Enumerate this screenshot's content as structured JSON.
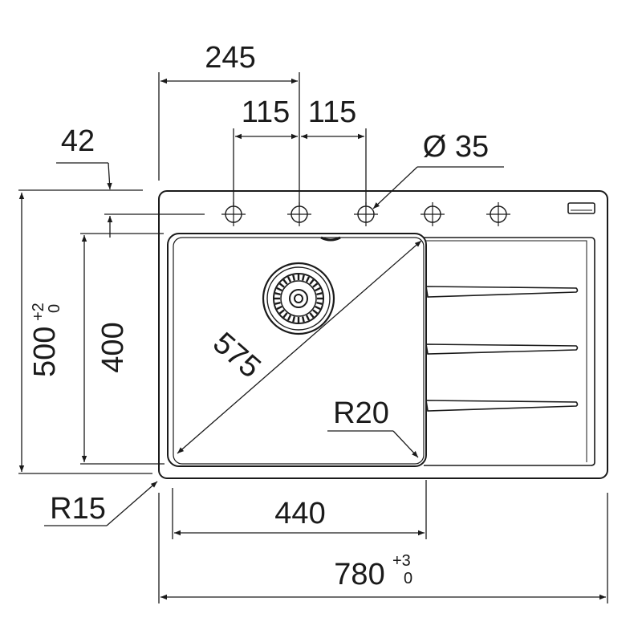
{
  "dimensions": {
    "hole_spacing_total": "245",
    "hole_spacing_left": "115",
    "hole_spacing_right": "115",
    "edge_to_holes": "42",
    "hole_diameter": "Ø 35",
    "overall_depth": "500",
    "overall_depth_tol_upper": "+2",
    "overall_depth_tol_lower": "0",
    "bowl_depth": "400",
    "bowl_diagonal": "575",
    "corner_radius_bowl": "R20",
    "corner_radius_outer": "R15",
    "bowl_width": "440",
    "overall_width": "780",
    "overall_width_tol_upper": "+3",
    "overall_width_tol_lower": "0"
  },
  "colors": {
    "ink": "#1a1a1a",
    "background": "#ffffff"
  }
}
